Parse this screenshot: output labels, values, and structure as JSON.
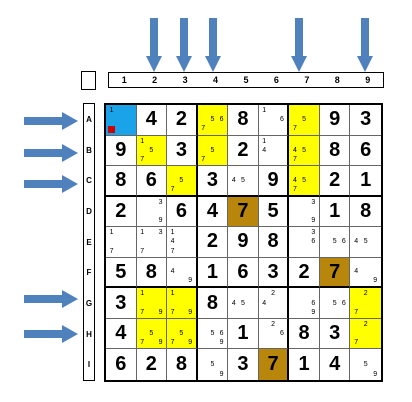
{
  "colors": {
    "yellow": "#ffff00",
    "blue": "#1aa3e8",
    "brown": "#b8860b",
    "arrow": "#4f81bd",
    "red": "#d00000"
  },
  "columns": [
    "1",
    "2",
    "3",
    "4",
    "5",
    "6",
    "7",
    "8",
    "9"
  ],
  "rows": [
    "A",
    "B",
    "C",
    "D",
    "E",
    "F",
    "G",
    "H",
    "I"
  ],
  "grid": [
    [
      {
        "v": "",
        "c": [
          "1"
        ],
        "bg": "blue",
        "red": true
      },
      {
        "v": "4"
      },
      {
        "v": "2"
      },
      {
        "v": "",
        "c": [
          "5",
          "6",
          "7"
        ],
        "bg": "yellow"
      },
      {
        "v": "8"
      },
      {
        "v": "",
        "c": [
          "1",
          "6"
        ]
      },
      {
        "v": "",
        "c": [
          "5",
          "7"
        ],
        "bg": "yellow"
      },
      {
        "v": "9"
      },
      {
        "v": "3"
      }
    ],
    [
      {
        "v": "9"
      },
      {
        "v": "",
        "c": [
          "1",
          "5",
          "7"
        ],
        "bg": "yellow"
      },
      {
        "v": "3"
      },
      {
        "v": "",
        "c": [
          "5",
          "7"
        ],
        "bg": "yellow"
      },
      {
        "v": "2"
      },
      {
        "v": "",
        "c": [
          "1",
          "4"
        ]
      },
      {
        "v": "",
        "c": [
          "4",
          "5",
          "7"
        ],
        "bg": "yellow"
      },
      {
        "v": "8"
      },
      {
        "v": "6"
      }
    ],
    [
      {
        "v": "8"
      },
      {
        "v": "6"
      },
      {
        "v": "",
        "c": [
          "5",
          "7"
        ],
        "bg": "yellow"
      },
      {
        "v": "3"
      },
      {
        "v": "",
        "c": [
          "4",
          "5"
        ]
      },
      {
        "v": "9"
      },
      {
        "v": "",
        "c": [
          "4",
          "5",
          "7"
        ],
        "bg": "yellow"
      },
      {
        "v": "2"
      },
      {
        "v": "1"
      }
    ],
    [
      {
        "v": "2"
      },
      {
        "v": "",
        "c": [
          "3",
          "9"
        ]
      },
      {
        "v": "6"
      },
      {
        "v": "4"
      },
      {
        "v": "7",
        "bg": "brown"
      },
      {
        "v": "5"
      },
      {
        "v": "",
        "c": [
          "3",
          "9"
        ]
      },
      {
        "v": "1"
      },
      {
        "v": "8"
      }
    ],
    [
      {
        "v": "",
        "c": [
          "1",
          "7"
        ]
      },
      {
        "v": "",
        "c": [
          "1",
          "3",
          "7"
        ]
      },
      {
        "v": "",
        "c": [
          "1",
          "4",
          "7"
        ]
      },
      {
        "v": "2"
      },
      {
        "v": "9"
      },
      {
        "v": "8"
      },
      {
        "v": "",
        "c": [
          "3",
          "6"
        ]
      },
      {
        "v": "",
        "c": [
          "5",
          "6"
        ]
      },
      {
        "v": "",
        "c": [
          "4",
          "5"
        ]
      }
    ],
    [
      {
        "v": "5"
      },
      {
        "v": "8"
      },
      {
        "v": "",
        "c": [
          "4",
          "9"
        ]
      },
      {
        "v": "1"
      },
      {
        "v": "6"
      },
      {
        "v": "3"
      },
      {
        "v": "2"
      },
      {
        "v": "7",
        "bg": "brown"
      },
      {
        "v": "",
        "c": [
          "4",
          "9"
        ]
      }
    ],
    [
      {
        "v": "3"
      },
      {
        "v": "",
        "c": [
          "1",
          "7",
          "9"
        ],
        "bg": "yellow"
      },
      {
        "v": "",
        "c": [
          "1",
          "7",
          "9"
        ],
        "bg": "yellow"
      },
      {
        "v": "8"
      },
      {
        "v": "",
        "c": [
          "4",
          "5"
        ]
      },
      {
        "v": "",
        "c": [
          "2",
          "4"
        ]
      },
      {
        "v": "",
        "c": [
          "6",
          "9"
        ]
      },
      {
        "v": "",
        "c": [
          "5",
          "6"
        ]
      },
      {
        "v": "",
        "c": [
          "2",
          "7"
        ],
        "bg": "yellow"
      }
    ],
    [
      {
        "v": "4"
      },
      {
        "v": "",
        "c": [
          "5",
          "7",
          "9"
        ],
        "bg": "yellow"
      },
      {
        "v": "",
        "c": [
          "5",
          "7",
          "9"
        ],
        "bg": "yellow"
      },
      {
        "v": "",
        "c": [
          "5",
          "6",
          "9"
        ]
      },
      {
        "v": "1"
      },
      {
        "v": "",
        "c": [
          "2",
          "6"
        ]
      },
      {
        "v": "8"
      },
      {
        "v": "3"
      },
      {
        "v": "",
        "c": [
          "2",
          "7"
        ],
        "bg": "yellow"
      }
    ],
    [
      {
        "v": "6"
      },
      {
        "v": "2"
      },
      {
        "v": "8"
      },
      {
        "v": "",
        "c": [
          "5",
          "9"
        ]
      },
      {
        "v": "3"
      },
      {
        "v": "7",
        "bg": "brown"
      },
      {
        "v": "1"
      },
      {
        "v": "4"
      },
      {
        "v": "",
        "c": [
          "5",
          "9"
        ]
      }
    ]
  ]
}
